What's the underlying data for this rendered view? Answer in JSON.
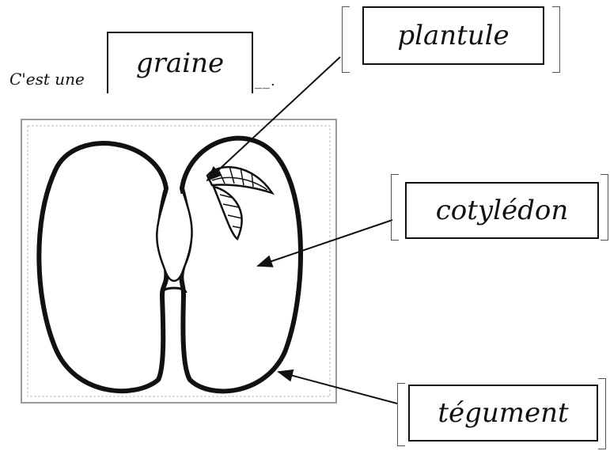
{
  "intro": {
    "prefix": "C'est une",
    "suffix": "__."
  },
  "answers": {
    "graine": "graine",
    "plantule": "plantule",
    "cotyledon": "cotylédon",
    "tegument": "tégument"
  }
}
